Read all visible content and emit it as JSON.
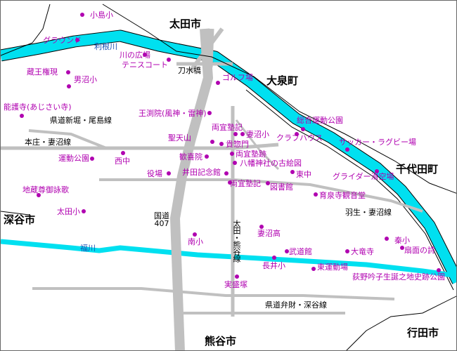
{
  "colors": {
    "river": "#00e0f0",
    "river_edge": "#000000",
    "road": "#c0c0c0",
    "poi": "#b000b0",
    "boundary": "#000000"
  },
  "cities": {
    "ota": "太田市",
    "oizumi": "大泉町",
    "chiyoda": "千代田町",
    "fukaya": "深谷市",
    "gyoda": "行田市",
    "kumagaya": "熊谷市"
  },
  "rivers": {
    "tone": "利根川",
    "fuku": "福川"
  },
  "roads": {
    "nitta_ojima": "県道新堀・尾島線",
    "honjo_menuma": "本庄・妻沼線",
    "hanyu_menuma": "羽生・妻沼線",
    "route407": "国道\n407",
    "ota_kumagaya": "太田・熊谷線",
    "benzai_fukaya": "県道弁財・深谷線",
    "tonebashi": "刀水橋"
  },
  "pois": {
    "kojima_sho": "小島小",
    "ground": "グラウンド",
    "kawa_hiroba": "川の広場",
    "tennis": "テニスコート",
    "golf": "ゴルフ場",
    "zaou_gongen": "蔵王権現",
    "onuma_sho": "男沼小",
    "nogoji": "能護寺(あじさい寺)",
    "ojoin": "王渕院(風神・雷神)",
    "ryogi_juku1": "両宜塾記",
    "menuma_sho": "妻沼小",
    "seitenzan": "聖天山",
    "kisomon": "貴惣門",
    "sogo_undo_koen": "総合運動公園",
    "club_house": "クラブハウス",
    "soccer": "サッカー・ラグビー場",
    "undo_koen": "運動公園",
    "nishi_chu": "西中",
    "kankiin": "歓喜院",
    "ryogi_juku_ato": "両宜塾跡",
    "hachiman": "八幡神社の古絵図",
    "glider": "グライダー滑空場",
    "yakuba": "役場",
    "ida_kinenkan": "井田記念館",
    "higashi_chu": "東中",
    "ryogi_juku2": "両宜塾記",
    "toshokan": "図書館",
    "jizoson": "地蔵尊御詠歌",
    "ikusenji": "育泉寺観音堂",
    "ota_sho": "太田小",
    "menuma_ko": "妻沼高",
    "hata_sho": "秦小",
    "minami_sho": "南小",
    "budokan": "武道館",
    "daitakuji": "大竜寺",
    "sensen_no_shi": "扇面の詩",
    "nagai_sho": "長井小",
    "higashi_undojo": "東運動場",
    "ogino_park": "荻野吟子生誕之地史跡公園",
    "jitsumori_zuka": "実盛塚"
  }
}
